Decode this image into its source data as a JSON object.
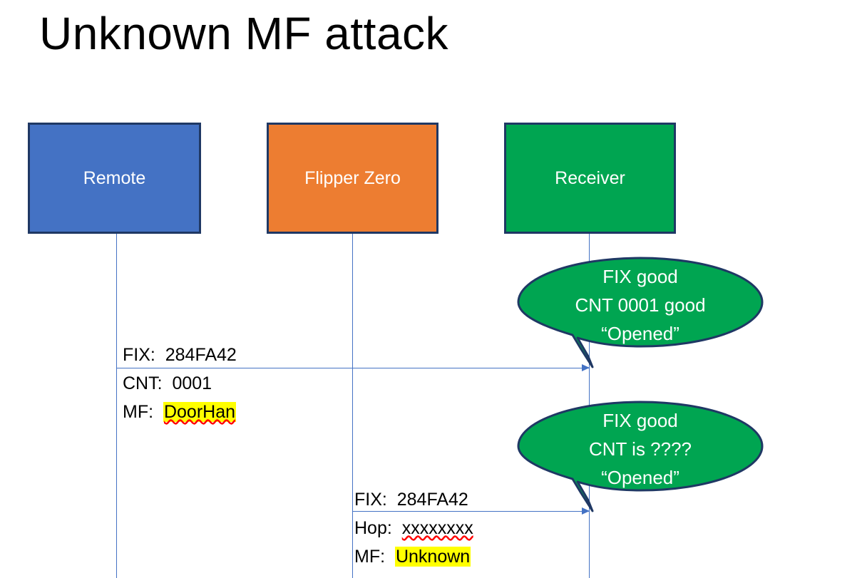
{
  "slide": {
    "title": "Unknown MF attack",
    "background": "#FFFFFF"
  },
  "colors": {
    "remote_fill": "#4472C4",
    "flipper_fill": "#ED7D31",
    "receiver_fill": "#00A551",
    "box_border": "#1F3864",
    "line": "#4472C4",
    "highlight": "#FFFF00",
    "spellcheck_underline": "#FF0000",
    "bubble_fill": "#00A551",
    "bubble_border": "#1F3864",
    "text": "#000000",
    "box_label_text": "#FFFFFF"
  },
  "actors": [
    {
      "id": "remote",
      "label": "Remote"
    },
    {
      "id": "flipper",
      "label": "Flipper Zero"
    },
    {
      "id": "receiver",
      "label": "Receiver"
    }
  ],
  "messages": [
    {
      "id": "msg1",
      "from": "remote",
      "to": "receiver",
      "lines": [
        {
          "label": "FIX:",
          "value": "284FA42",
          "highlight": false,
          "spellcheck": false
        },
        {
          "label": "CNT:",
          "value": "0001",
          "highlight": false,
          "spellcheck": false
        },
        {
          "label": "MF:",
          "value": "DoorHan",
          "highlight": true,
          "spellcheck": true
        }
      ]
    },
    {
      "id": "msg2",
      "from": "flipper",
      "to": "receiver",
      "lines": [
        {
          "label": "FIX:",
          "value": "284FA42",
          "highlight": false,
          "spellcheck": false
        },
        {
          "label": "Hop:",
          "value": "xxxxxxxx",
          "highlight": false,
          "spellcheck": true
        },
        {
          "label": "MF:",
          "value": "Unknown",
          "highlight": true,
          "spellcheck": false
        }
      ]
    }
  ],
  "callouts": [
    {
      "id": "callout1",
      "attached_to": "receiver",
      "lines": [
        "FIX good",
        "CNT 0001 good",
        "“Opened”"
      ]
    },
    {
      "id": "callout2",
      "attached_to": "receiver",
      "lines": [
        "FIX good",
        "CNT is ????",
        "“Opened”"
      ]
    }
  ]
}
